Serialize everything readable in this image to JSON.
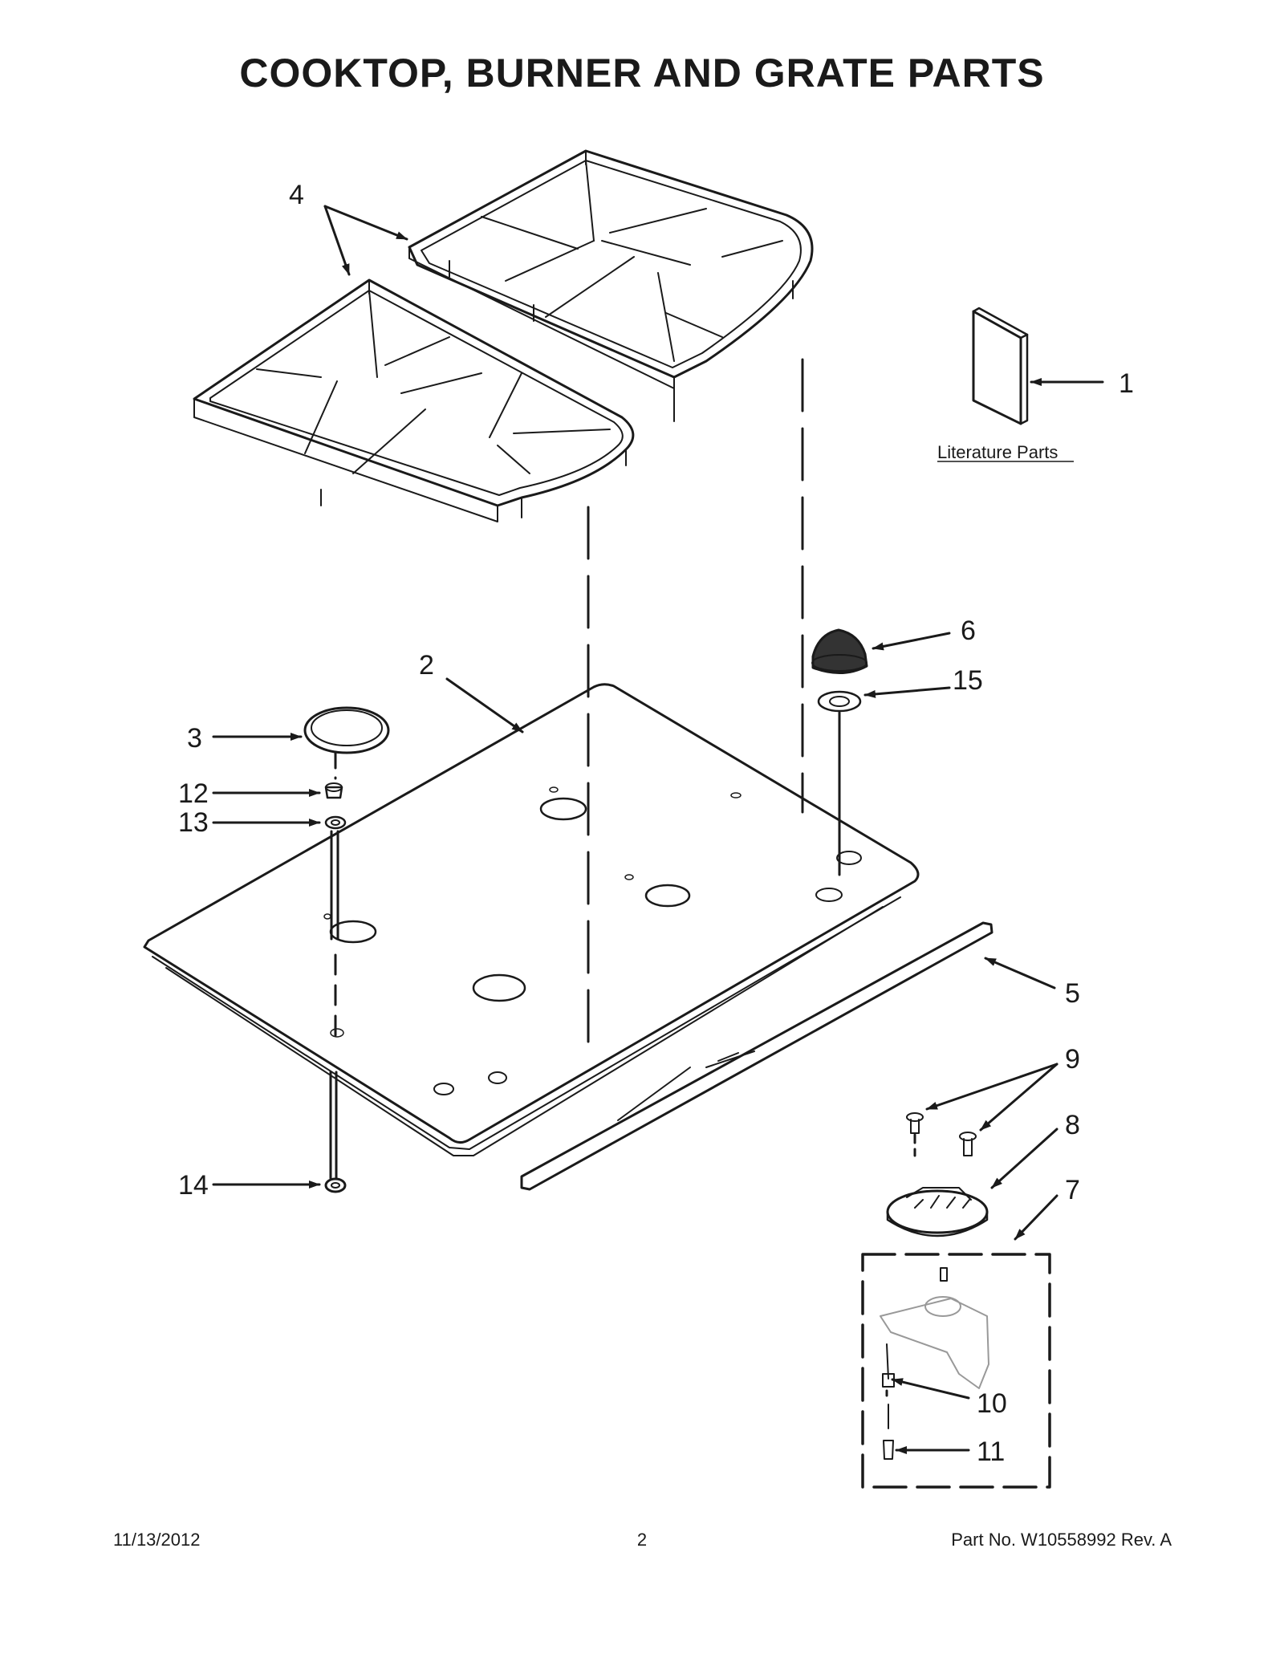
{
  "title": "COOKTOP, BURNER AND GRATE PARTS",
  "literature_label": "Literature Parts",
  "callouts": {
    "c1": "1",
    "c2": "2",
    "c3": "3",
    "c4": "4",
    "c5": "5",
    "c6": "6",
    "c7": "7",
    "c8": "8",
    "c9": "9",
    "c10": "10",
    "c11": "11",
    "c12": "12",
    "c13": "13",
    "c14": "14",
    "c15": "15"
  },
  "footer": {
    "date": "11/13/2012",
    "page": "2",
    "part_no": "Part No.  W10558992  Rev.  A"
  }
}
